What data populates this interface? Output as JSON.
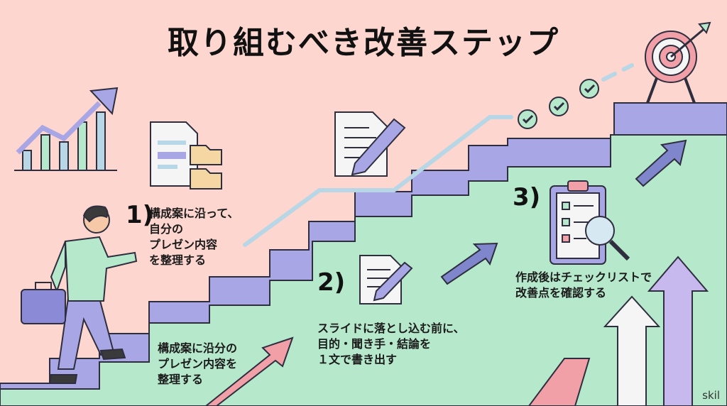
{
  "title": "取り組むべき改善ステップ",
  "step1": {
    "number": "1)",
    "lines": [
      "構成案に沿って、",
      "自分の",
      "プレゼン内容",
      "を整理する"
    ]
  },
  "step1_lower": {
    "lines": [
      "構成案に沿分の",
      "プレゼン内容を",
      "整理する"
    ]
  },
  "step2": {
    "number": "2)",
    "lines": [
      "スライドに落とし込む前に、",
      "目的・聞き手・結論を",
      "１文で書き出す"
    ]
  },
  "step3": {
    "number": "3)",
    "lines": [
      "作成後はチェックリストで",
      "改善点を確認する"
    ]
  },
  "brand": "skil",
  "icons": {
    "growth": "growth-chart-icon",
    "documents": "documents-folder-icon",
    "document_pen_large": "document-pen-icon",
    "document_pen_small": "document-pen-icon",
    "clipboard": "checklist-magnifier-icon",
    "target": "target-arrow-icon",
    "checks": "check-circle-icon",
    "person": "climbing-person-icon"
  },
  "colors": {
    "background": "#fcd6cf",
    "stairs_green": "#b6e8cc",
    "stairs_purple": "#a9a6e6",
    "arrow_purple": "#7f86cc",
    "arrow_pink": "#f2a0a8"
  }
}
